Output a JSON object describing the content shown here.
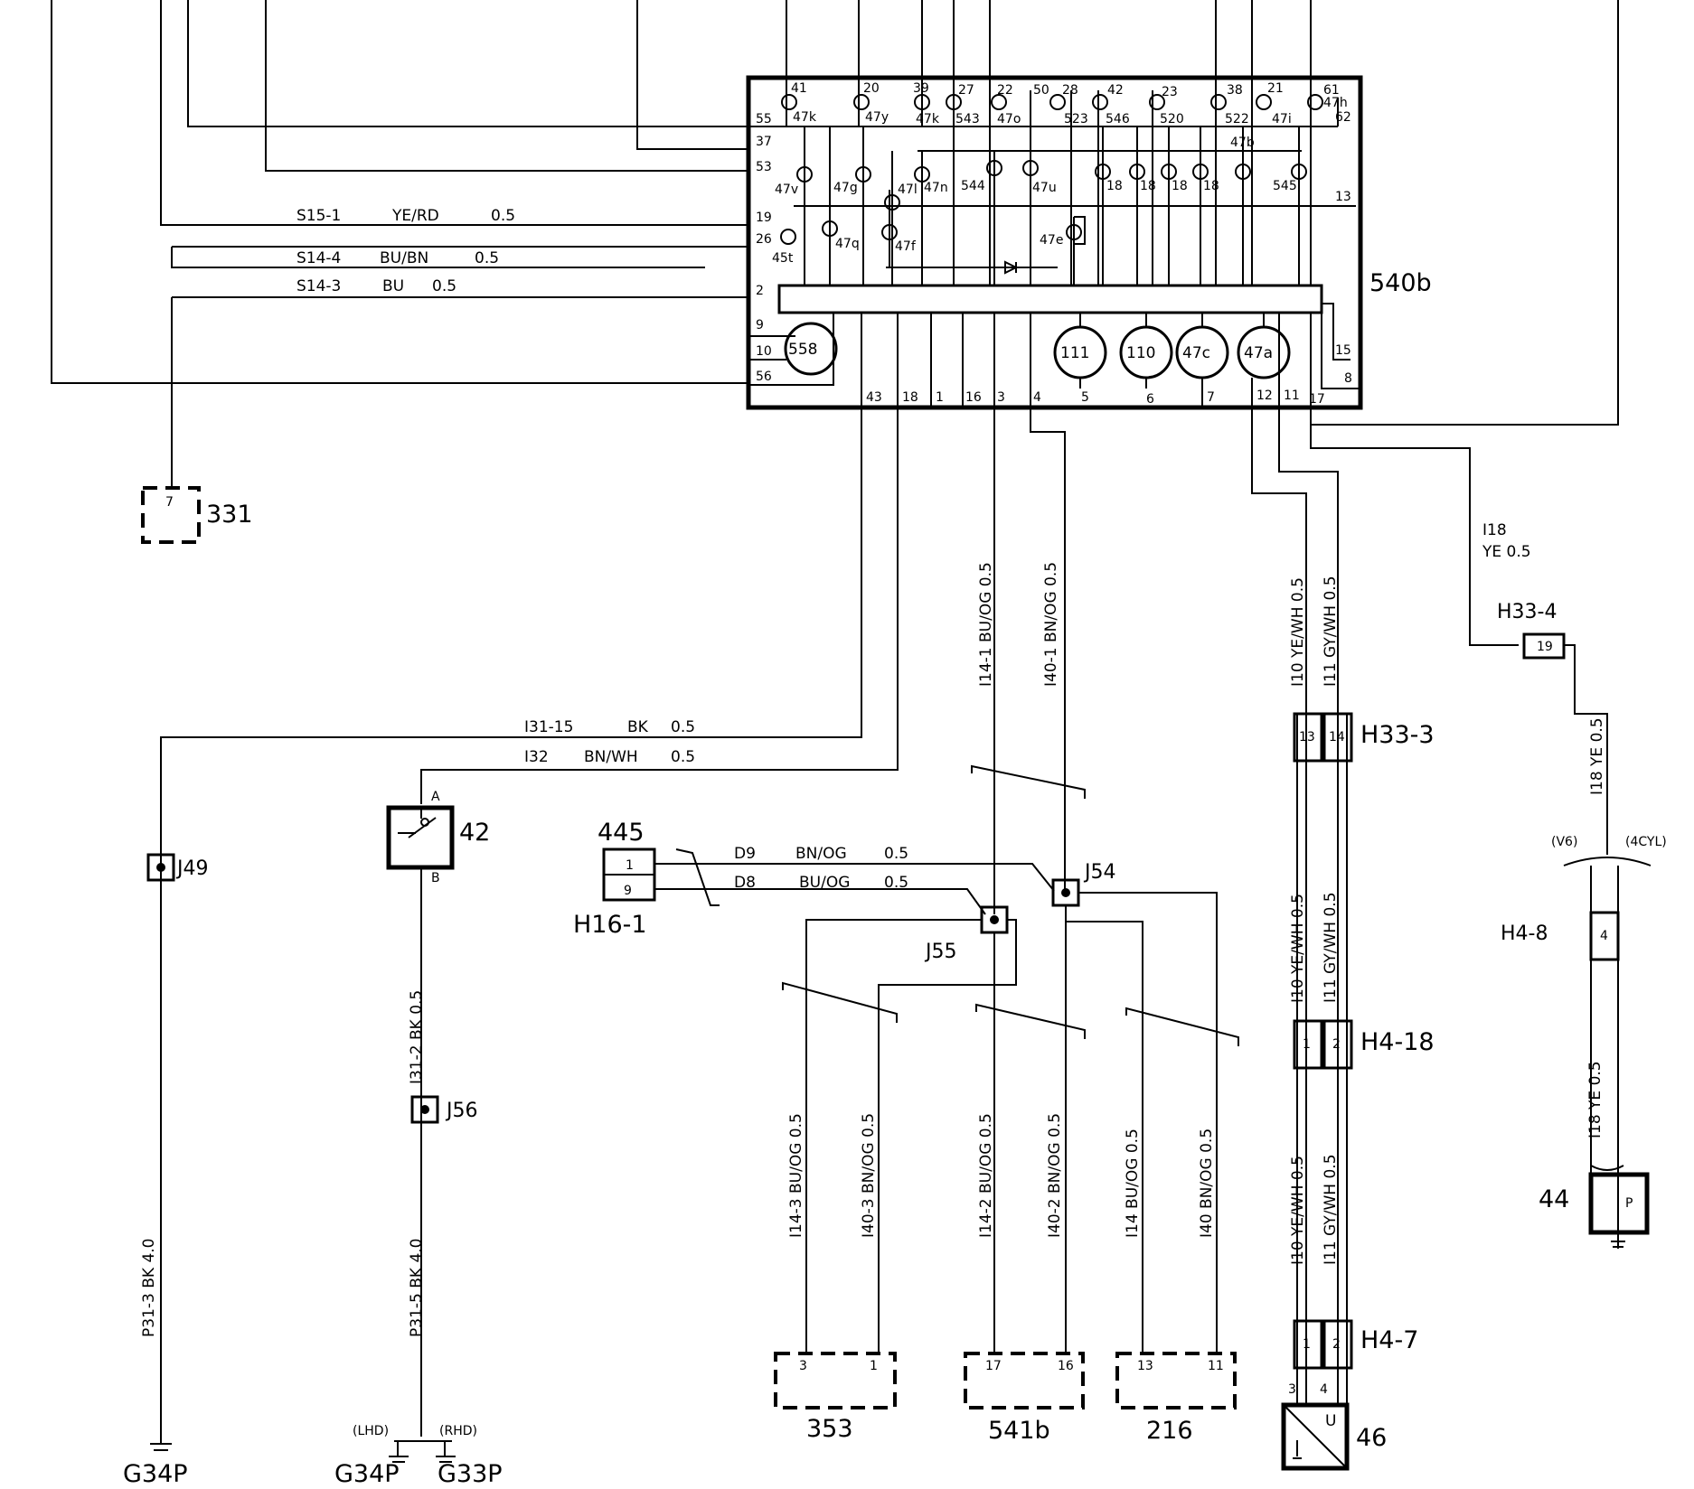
{
  "cluster": {
    "id": "540b",
    "top_pins": [
      "41",
      "20",
      "39",
      "27",
      "22",
      "50",
      "28",
      "42",
      "23",
      "38",
      "21",
      "61"
    ],
    "top_lamps": [
      "47k",
      "47y",
      "47k",
      "543",
      "47o",
      "523",
      "546",
      "520",
      "522",
      "47i",
      "47h"
    ],
    "left_pins": [
      "55",
      "37",
      "53",
      "19",
      "26",
      "2",
      "9",
      "10",
      "56"
    ],
    "right_pins": [
      "62",
      "13",
      "15",
      "8"
    ],
    "bottom_pins": [
      "43",
      "18",
      "1",
      "16",
      "3",
      "4",
      "5",
      "6",
      "7",
      "12",
      "11",
      "17"
    ],
    "inner_lamps": [
      "47v",
      "47g",
      "47l",
      "47n",
      "544",
      "47u",
      "18",
      "18",
      "18",
      "18",
      "47b",
      "545",
      "45t",
      "47q",
      "47f",
      "47e"
    ],
    "gauges": [
      "558",
      "111",
      "110",
      "47c",
      "47a"
    ]
  },
  "wires": {
    "s15_1": {
      "circuit": "S15-1",
      "color": "YE/RD",
      "size": "0.5"
    },
    "s14_4": {
      "circuit": "S14-4",
      "color": "BU/BN",
      "size": "0.5"
    },
    "s14_3": {
      "circuit": "S14-3",
      "color": "BU",
      "size": "0.5"
    },
    "i31_15": {
      "circuit": "I31-15",
      "color": "BK",
      "size": "0.5"
    },
    "i32": {
      "circuit": "I32",
      "color": "BN/WH",
      "size": "0.5"
    },
    "i14_1": "I14-1  BU/OG  0.5",
    "i40_1": "I40-1  BN/OG  0.5",
    "i10_top": "I10  YE/WH  0.5",
    "i11_top": "I11  GY/WH  0.5",
    "i10_mid": "I10  YE/WH  0.5",
    "i11_mid": "I11  GY/WH  0.5",
    "i10_bot": "I10  YE/WH  0.5",
    "i11_bot": "I11  GY/WH  0.5",
    "i18_a_circuit": "I18",
    "i18_a_spec": "YE  0.5",
    "i18_b": "I18  YE  0.5",
    "i18_c": "I18  YE  0.5",
    "d9": {
      "circuit": "D9",
      "color": "BN/OG",
      "size": "0.5"
    },
    "d8": {
      "circuit": "D8",
      "color": "BU/OG",
      "size": "0.5"
    },
    "i31_2": "I31-2  BK  0.5",
    "p31_5": "P31-5  BK  4.0",
    "p31_3": "P31-3  BK  4.0",
    "i14_3": "I14-3  BU/OG  0.5",
    "i40_3": "I40-3  BN/OG  0.5",
    "i14_2": "I14-2  BU/OG  0.5",
    "i40_2": "I40-2  BN/OG  0.5",
    "i14": "I14  BU/OG  0.5",
    "i40": "I40  BN/OG  0.5"
  },
  "components": {
    "c331": {
      "id": "331",
      "pin": "7"
    },
    "c42": {
      "id": "42",
      "pin_a": "A",
      "pin_b": "B"
    },
    "c445": {
      "id": "445",
      "pins": [
        "1",
        "9"
      ]
    },
    "h16_1": "H16-1",
    "j49": "J49",
    "j54": "J54",
    "j55": "J55",
    "j56": "J56",
    "h33_4": {
      "id": "H33-4",
      "pin": "19"
    },
    "h33_3": {
      "id": "H33-3",
      "pins": [
        "13",
        "14"
      ]
    },
    "h4_18": {
      "id": "H4-18",
      "pins": [
        "1",
        "2"
      ]
    },
    "h4_7": {
      "id": "H4-7",
      "pins": [
        "1",
        "2"
      ]
    },
    "h4_8": {
      "id": "H4-8",
      "pin": "4"
    },
    "c46": {
      "id": "46",
      "pins": [
        "3",
        "4"
      ],
      "mark": "U"
    },
    "c44": {
      "id": "44",
      "mark": "P"
    },
    "c353": {
      "id": "353",
      "pins": [
        "3",
        "1"
      ]
    },
    "c541b": {
      "id": "541b",
      "pins": [
        "17",
        "16"
      ]
    },
    "c216": {
      "id": "216",
      "pins": [
        "13",
        "11"
      ]
    }
  },
  "variants": {
    "v6": "(V6)",
    "cyl4": "(4CYL)",
    "lhd": "(LHD)",
    "rhd": "(RHD)"
  },
  "grounds": {
    "g34p_a": "G34P",
    "g34p_b": "G34P",
    "g33p": "G33P"
  }
}
